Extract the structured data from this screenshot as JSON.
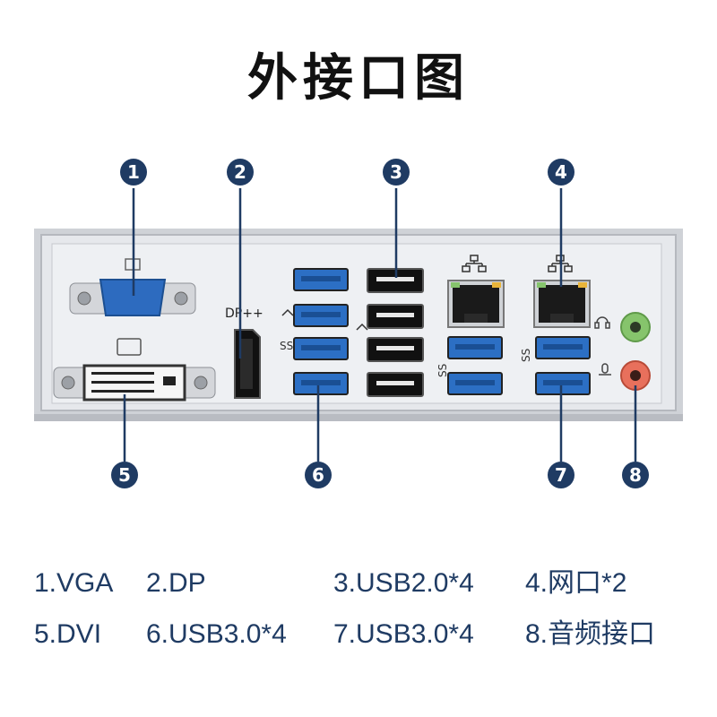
{
  "title": "外接口图",
  "colors": {
    "accent": "#1f3b63",
    "usb3_blue": "#2c6fc4",
    "vga_blue": "#2d6bbf",
    "plate": "#e4e6ea",
    "mic_pink": "#e8705c",
    "line_green": "#86c46c"
  },
  "plate_labels": {
    "dp": "DP++"
  },
  "callouts": [
    {
      "number": "1"
    },
    {
      "number": "2"
    },
    {
      "number": "3"
    },
    {
      "number": "4"
    },
    {
      "number": "5"
    },
    {
      "number": "6"
    },
    {
      "number": "7"
    },
    {
      "number": "8"
    }
  ],
  "legend": [
    {
      "text": "1.VGA"
    },
    {
      "text": "2.DP"
    },
    {
      "text": "3.USB2.0*4"
    },
    {
      "text": "4.网口*2"
    },
    {
      "text": "5.DVI"
    },
    {
      "text": "6.USB3.0*4"
    },
    {
      "text": "7.USB3.0*4"
    },
    {
      "text": "8.音频接口"
    }
  ]
}
